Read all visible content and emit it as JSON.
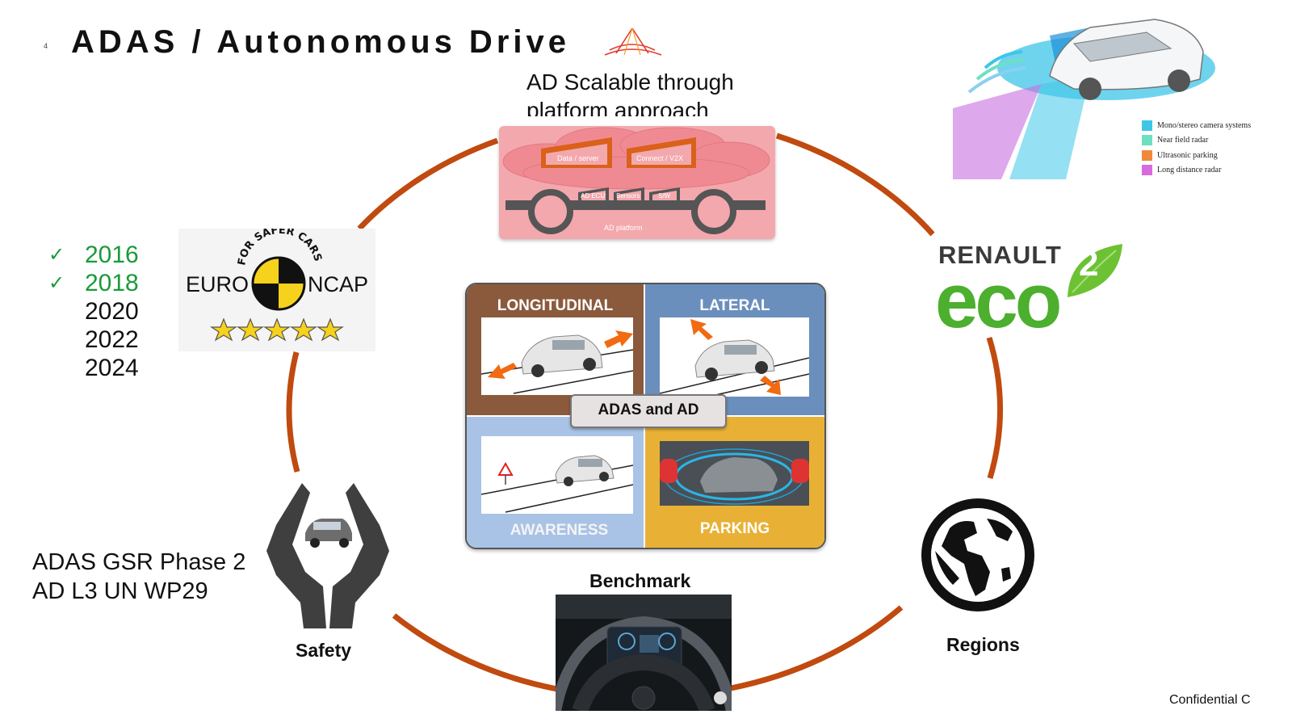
{
  "page_number": "4",
  "title": "ADAS / Autonomous Drive",
  "platform_caption": "AD Scalable through platform approach",
  "platform_diagram": {
    "data_server": "Data / server",
    "connect": "Connect / V2X",
    "ad_ecu": "AD ECU",
    "sensors": "Sensors",
    "sw": "S/W",
    "platform": "AD platform"
  },
  "ncap": {
    "arc_text": "FOR SAFER CARS",
    "left": "EURO",
    "right": "NCAP"
  },
  "years": [
    {
      "year": "2016",
      "checked": true,
      "mark": "✓"
    },
    {
      "year": "2018",
      "checked": true,
      "mark": "✓"
    },
    {
      "year": "2020",
      "checked": false,
      "mark": ""
    },
    {
      "year": "2022",
      "checked": false,
      "mark": ""
    },
    {
      "year": "2024",
      "checked": false,
      "mark": ""
    }
  ],
  "regulations": {
    "line1": "ADAS GSR Phase 2",
    "line2": "AD L3 UN WP29"
  },
  "center": {
    "label": "ADAS and AD",
    "quadrants": {
      "longitudinal": "LONGITUDINAL",
      "lateral": "LATERAL",
      "awareness": "AWARENESS",
      "parking": "PARKING"
    }
  },
  "labels": {
    "safety": "Safety",
    "benchmark": "Benchmark",
    "regions": "Regions"
  },
  "eco": {
    "brand": "RENAULT",
    "word": "eco",
    "superscript": "2"
  },
  "sensor_legend": [
    {
      "label": "Mono/stereo camera systems",
      "color": "#3ec6e8"
    },
    {
      "label": "Near field radar",
      "color": "#6ee0c2"
    },
    {
      "label": "Ultrasonic parking",
      "color": "#f08a3a"
    },
    {
      "label": "Long distance radar",
      "color": "#d86ae0"
    }
  ],
  "footer": "Confidential C",
  "colors": {
    "ring": "#c04a0f",
    "longitudinal": "#8b5a3c",
    "lateral": "#6b8fbd",
    "awareness": "#a9c3e6",
    "parking": "#e8b136",
    "cloud": "#f08a92",
    "check": "#1a9a3a"
  }
}
